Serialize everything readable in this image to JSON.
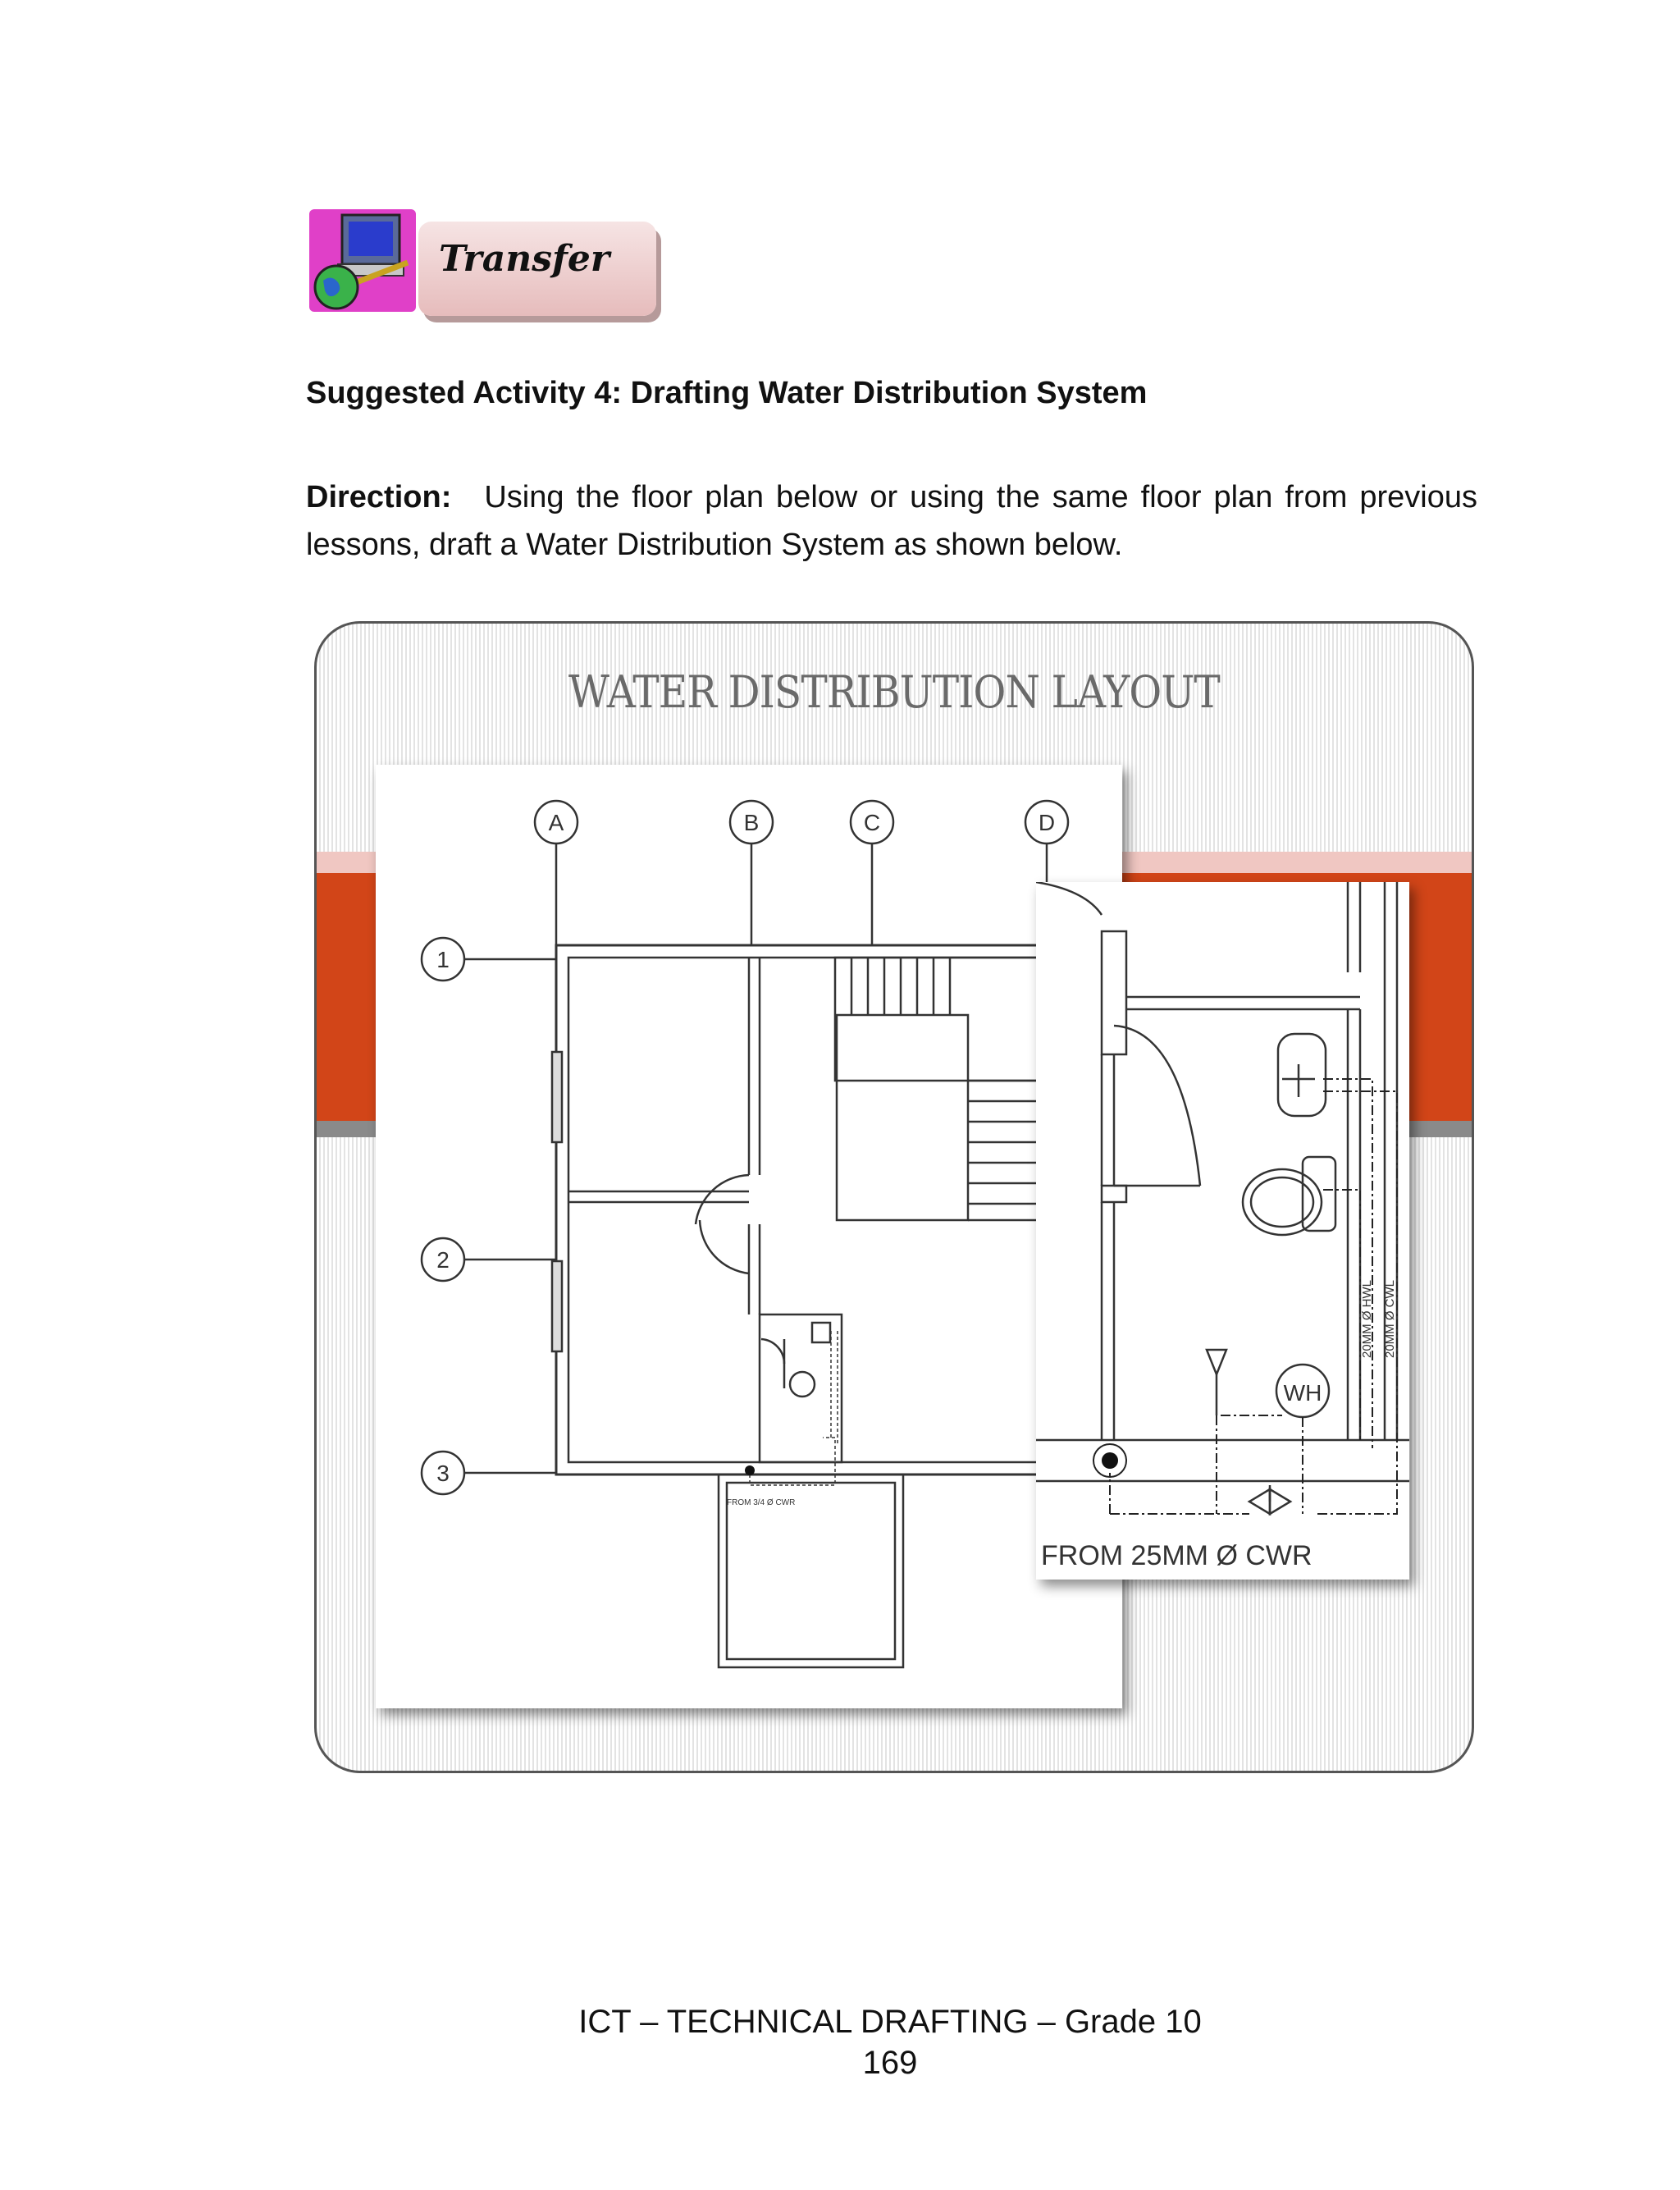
{
  "header": {
    "transfer_label": "Transfer"
  },
  "activity": {
    "title": "Suggested Activity 4: Drafting Water Distribution System",
    "direction_label": "Direction:",
    "direction_text": "Using the floor plan below or using the same floor plan from previous lessons, draft a Water Distribution System as shown below."
  },
  "figure": {
    "title": "WATER DISTRIBUTION LAYOUT",
    "grid_columns": [
      "A",
      "B",
      "C",
      "D"
    ],
    "grid_rows": [
      "1",
      "2",
      "3"
    ],
    "plan_supply_note": "FROM 3/4 Ø CWR",
    "detail": {
      "water_heater": "WH",
      "hot_line": "20MM Ø HWL",
      "cold_line": "20MM Ø CWL",
      "supply_note": "FROM 25MM Ø CWR"
    }
  },
  "footer": {
    "course": "ICT – TECHNICAL DRAFTING – Grade 10",
    "page_number": "169"
  },
  "colors": {
    "band": "#d24518",
    "banner": "#e6bcbc",
    "icon_magenta": "#e040c8"
  }
}
